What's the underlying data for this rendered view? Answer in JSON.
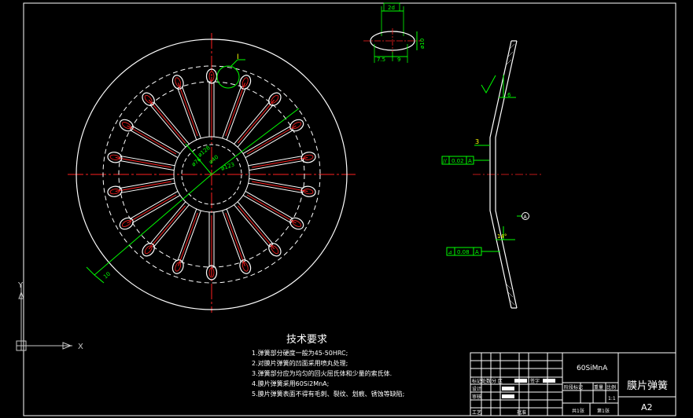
{
  "colors": {
    "background": "#000000",
    "white": "#ffffff",
    "green": "#00ff00",
    "red": "#ff2020",
    "yellow": "#ffff00",
    "axis": "#c8c8c8"
  },
  "detail": {
    "marker": "I",
    "width_top": "2d",
    "height": "ø10",
    "offset": "7.5",
    "width": "9"
  },
  "plan_view": {
    "dia1": "ø128",
    "dia2": "ø76",
    "dia3": "ø123",
    "dia4": "ø40",
    "radial": "10",
    "slot_count": 18
  },
  "section_view": {
    "thickness": "3",
    "angle_top": "6",
    "angle_bottom": "14°",
    "tolerance_top": {
      "symbol": "//",
      "value": "0.02",
      "datum": "A"
    },
    "tolerance_bottom": {
      "symbol": "⊿",
      "value": "0.08",
      "datum": "A"
    },
    "datum_label": "A"
  },
  "notes": {
    "title": "技术要求",
    "items": [
      "1.弹簧部分硬度一般为45-50HRC;",
      "2.对膜片弹簧的凹面采用喷丸处理;",
      "3.弹簧部分应为均匀的回火屈氏体和少量的索氏体.",
      "4.膜片弹簧采用60Si2MnA;",
      "5.膜片弹簧表面不得有毛刺、裂纹、划痕、锈蚀等缺陷;"
    ]
  },
  "ucs": {
    "y": "Y",
    "x": "X"
  },
  "title_block": {
    "material": "60SiMnA",
    "part_name": "膜片弹簧",
    "sheet_size": "A2",
    "scale": "1:1",
    "total_sheets": "共1张",
    "sheet_no": "第1张",
    "labels": {
      "mark": "标记处数",
      "zone": "分 区",
      "sign": "签字",
      "design": "设计",
      "audit": "审核",
      "process": "工艺",
      "approve": "批准",
      "stage": "阶段标记",
      "weight": "重量",
      "ratio": "比例"
    }
  }
}
